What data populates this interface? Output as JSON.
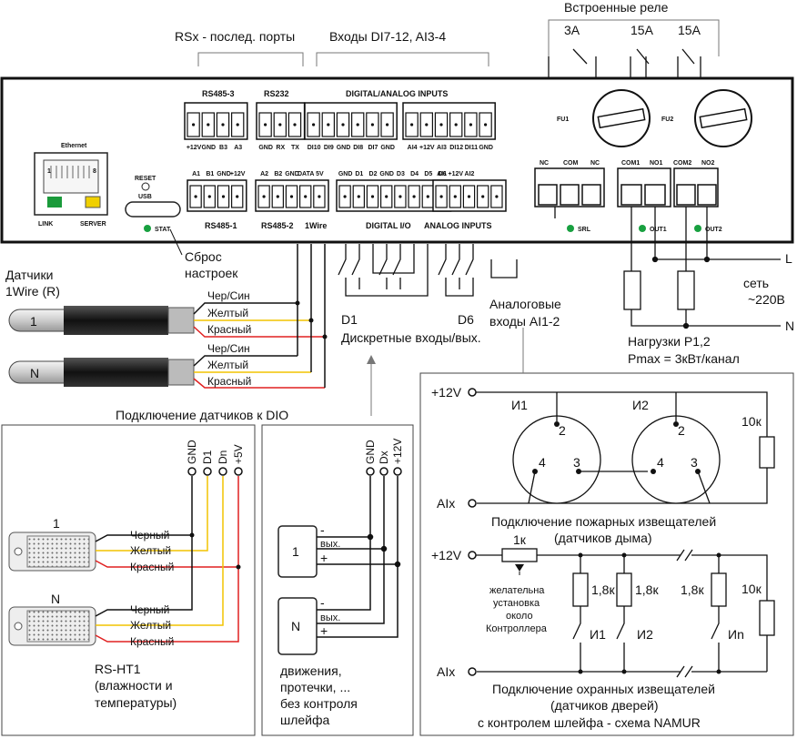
{
  "top": {
    "rsx": "RSx - послед. порты",
    "inputs_di": "Входы DI7-12, AI3-4",
    "relays": "Встроенные реле",
    "relay1": "3A",
    "relay2": "15A",
    "relay3": "15A"
  },
  "board": {
    "rs485_3": "RS485-3",
    "rs232": "RS232",
    "digital_analog_inputs": "DIGITAL/ANALOG INPUTS",
    "pins_top": [
      "+12V",
      "GND",
      "B3",
      "A3",
      "GND",
      "RX",
      "TX",
      "DI10",
      "DI9",
      "GND",
      "DI8",
      "DI7",
      "GND",
      "AI4",
      "+12V",
      "AI3",
      "DI12",
      "DI11",
      "GND"
    ],
    "pins_bot": [
      "A1",
      "B1",
      "GND",
      "+12V",
      "A2",
      "B2",
      "GND",
      "DATA",
      "5V",
      "GND",
      "D1",
      "D2",
      "GND",
      "D3",
      "D4",
      "D5",
      "D6",
      "AI1",
      "+12V",
      "AI2"
    ],
    "ethernet": "Ethernet",
    "link": "LINK",
    "server": "SERVER",
    "reset": "RESET",
    "usb": "USB",
    "stat": "STAT",
    "rs485_1": "RS485-1",
    "rs485_2": "RS485-2",
    "onewire": "1Wire",
    "digital_io": "DIGITAL I/O",
    "analog_inputs": "ANALOG INPUTS",
    "srl": "SRL",
    "fu1": "FU1",
    "fu2": "FU2",
    "out1": "OUT1",
    "out2": "OUT2",
    "nc1": "NC",
    "com": "COM",
    "nc2": "NC",
    "com1": "COM1",
    "no1": "NO1",
    "com2": "COM2",
    "no2": "NO2",
    "eth_pin1": "1",
    "eth_pin8": "8"
  },
  "labels": {
    "reset_label_1": "Сброс",
    "reset_label_2": "настроек",
    "sensors_1wire_1": "Датчики",
    "sensors_1wire_2": "1Wire (R)",
    "d1": "D1",
    "d6": "D6",
    "dio": "Дискретные входы/вых.",
    "analog_1": "Аналоговые",
    "analog_2": "входы AI1-2",
    "net_1": "сеть",
    "net_2": "~220В",
    "L": "L",
    "N": "N",
    "loads_1": "Нагрузки P1,2",
    "loads_2": "Pmax = 3кВт/канал",
    "dio_conn": "Подключение датчиков к DIO"
  },
  "onewire_sensors": {
    "s1": "1",
    "s2": "N",
    "w1": "Чер/Син",
    "w2": "Желтый",
    "w3": "Красный"
  },
  "rsht": {
    "pins": [
      "GND",
      "D1",
      "Dn",
      "+5V"
    ],
    "s1": "1",
    "s2": "N",
    "w1": "Черный",
    "w2": "Желтый",
    "w3": "Красный",
    "title_1": "RS-HT1",
    "title_2": "(влажности и",
    "title_3": "температуры)"
  },
  "motion": {
    "pins": [
      "GND",
      "Dx",
      "+12V"
    ],
    "s1": "1",
    "s2": "N",
    "minus": "-",
    "out": "вых.",
    "plus": "+",
    "desc_1": "движения,",
    "desc_2": "протечки, ...",
    "desc_3": "без контроля",
    "desc_4": "шлейфа"
  },
  "fire": {
    "v12": "+12V",
    "i1": "И1",
    "i2": "И2",
    "p2": "2",
    "p3": "3",
    "p4": "4",
    "r10k": "10к",
    "aix": "AIx",
    "title_1": "Подключение пожарных извещателей",
    "title_2": "(датчиков дыма)"
  },
  "namur": {
    "v12": "+12V",
    "r1k": "1к",
    "r18_1": "1,8к",
    "r18_2": "1,8к",
    "r18_3": "1,8к",
    "r10k": "10к",
    "note_1": "желательна",
    "note_2": "установка",
    "note_3": "около",
    "note_4": "Контроллера",
    "i1": "И1",
    "i2": "И2",
    "in": "Иn",
    "aix": "AIx",
    "title_1": "Подключение охранных извещателей",
    "title_2": "(датчиков дверей)",
    "title_3": "с контролем шлейфа - схема NAMUR"
  },
  "colors": {
    "black_wire": "#111111",
    "yellow_wire": "#f2c400",
    "red_wire": "#e02020",
    "led_green": "#18a040",
    "eth_green": "#1a9a3a",
    "eth_yellow": "#f0d000"
  }
}
